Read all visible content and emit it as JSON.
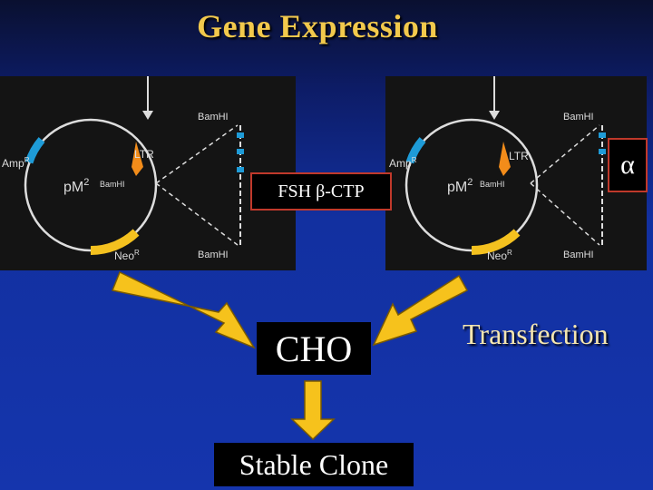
{
  "title": "Gene Expression",
  "plasmid_labels": {
    "ampr": "Amp",
    "ampr_sup": "R",
    "pm": "pM",
    "pm_sup": "2",
    "bamhi_inner": "BamHI",
    "ltr": "LTR",
    "neor": "Neo",
    "neor_sup": "R",
    "bamhi_top": "BamHI",
    "bamhi_bottom": "BamHI"
  },
  "inserts": {
    "left": "FSH β-CTP",
    "right": "α"
  },
  "cell_line": "CHO",
  "process_label": "Transfection",
  "result": "Stable Clone",
  "colors": {
    "title": "#f2c94c",
    "arrow": "#f6c21c",
    "ltr": "#f28c1a",
    "neo": "#f4c11f",
    "amp": "#1e9bd7",
    "box_border": "#c0392b"
  }
}
